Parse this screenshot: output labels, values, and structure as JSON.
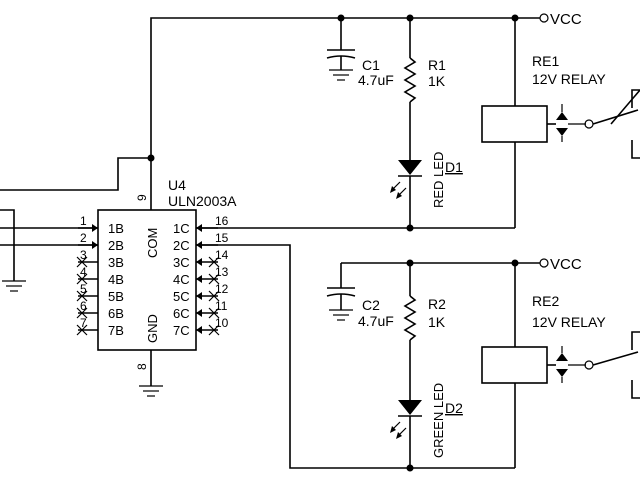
{
  "ic": {
    "ref": "U4",
    "part": "ULN2003A",
    "com_label": "COM",
    "gnd_label": "GND",
    "pin_com": "9",
    "pin_gnd": "8",
    "left_pins": [
      {
        "num": "1",
        "name": "1B"
      },
      {
        "num": "2",
        "name": "2B"
      },
      {
        "num": "3",
        "name": "3B"
      },
      {
        "num": "4",
        "name": "4B"
      },
      {
        "num": "5",
        "name": "5B"
      },
      {
        "num": "6",
        "name": "6B"
      },
      {
        "num": "7",
        "name": "7B"
      }
    ],
    "right_pins": [
      {
        "num": "16",
        "name": "1C"
      },
      {
        "num": "15",
        "name": "2C"
      },
      {
        "num": "14",
        "name": "3C"
      },
      {
        "num": "13",
        "name": "4C"
      },
      {
        "num": "12",
        "name": "5C"
      },
      {
        "num": "11",
        "name": "6C"
      },
      {
        "num": "10",
        "name": "7C"
      }
    ]
  },
  "top": {
    "vcc": "VCC",
    "cap_ref": "C1",
    "cap_value": "4.7uF",
    "res_ref": "R1",
    "res_value": "1K",
    "led_ref": "D1",
    "led_label": "RED LED",
    "relay_ref": "RE1",
    "relay_value": "12V RELAY"
  },
  "bottom": {
    "vcc": "VCC",
    "cap_ref": "C2",
    "cap_value": "4.7uF",
    "res_ref": "R2",
    "res_value": "1K",
    "led_ref": "D2",
    "led_label": "GREEN LED",
    "relay_ref": "RE2",
    "relay_value": "12V RELAY"
  }
}
